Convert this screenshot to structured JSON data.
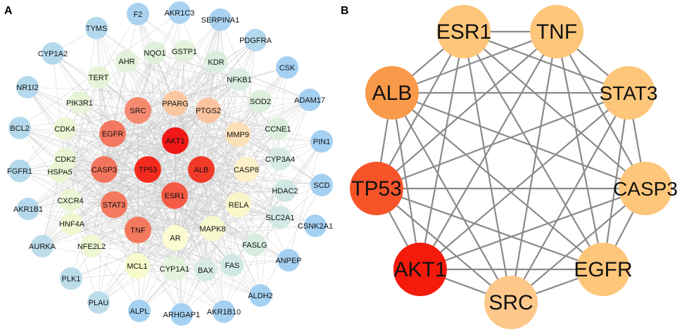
{
  "panels": {
    "a": {
      "letter": "A"
    },
    "b": {
      "letter": "B"
    }
  },
  "network_a": {
    "nodes": [
      {
        "id": "AKT1",
        "color": "#f01818"
      },
      {
        "id": "TP53",
        "color": "#f52a1e"
      },
      {
        "id": "ALB",
        "color": "#f23a28"
      },
      {
        "id": "ESR1",
        "color": "#f45a45"
      },
      {
        "id": "CASP3",
        "color": "#f4755d"
      },
      {
        "id": "EGFR",
        "color": "#f4775f"
      },
      {
        "id": "STAT3",
        "color": "#f4795f"
      },
      {
        "id": "TNF",
        "color": "#f47a5f"
      },
      {
        "id": "SRC",
        "color": "#f48a70"
      },
      {
        "id": "PPARG",
        "color": "#fbc7a0"
      },
      {
        "id": "PTGS2",
        "color": "#fbc3a0"
      },
      {
        "id": "MMP9",
        "color": "#fde0b6"
      },
      {
        "id": "CASP8",
        "color": "#fdf0c6"
      },
      {
        "id": "RELA",
        "color": "#fbf6c8"
      },
      {
        "id": "AR",
        "color": "#fdfcd0"
      },
      {
        "id": "MAPK8",
        "color": "#f6f9cd"
      },
      {
        "id": "MCL1",
        "color": "#f7fbcb"
      },
      {
        "id": "CYP1A1",
        "color": "#e4f3dc"
      },
      {
        "id": "NFE2L2",
        "color": "#eef8d3"
      },
      {
        "id": "HNF4A",
        "color": "#eef7d2"
      },
      {
        "id": "CXCR4",
        "color": "#e9f5d3"
      },
      {
        "id": "HSPA5",
        "color": "#e9f5d3"
      },
      {
        "id": "CDK2",
        "color": "#e8f4d4"
      },
      {
        "id": "CDK4",
        "color": "#ecf6d2"
      },
      {
        "id": "PIK3R1",
        "color": "#e6f3d6"
      },
      {
        "id": "TERT",
        "color": "#e6f3d6"
      },
      {
        "id": "AHR",
        "color": "#e3f1da"
      },
      {
        "id": "NQO1",
        "color": "#e0f0dc"
      },
      {
        "id": "GSTP1",
        "color": "#e3f1da"
      },
      {
        "id": "KDR",
        "color": "#d9edde"
      },
      {
        "id": "NFKB1",
        "color": "#d9ede0"
      },
      {
        "id": "SOD2",
        "color": "#dcefdc"
      },
      {
        "id": "CCNE1",
        "color": "#dcefdc"
      },
      {
        "id": "CYP3A4",
        "color": "#d5ebe2"
      },
      {
        "id": "HDAC2",
        "color": "#cfe8e4"
      },
      {
        "id": "SLC2A1",
        "color": "#d1e9e4"
      },
      {
        "id": "FASLG",
        "color": "#d8ece0"
      },
      {
        "id": "FAS",
        "color": "#cfe8e4"
      },
      {
        "id": "BAX",
        "color": "#d6ebe2"
      },
      {
        "id": "F2",
        "color": "#a9d3f0"
      },
      {
        "id": "AKR1C3",
        "color": "#a9d3f0"
      },
      {
        "id": "SERPINA1",
        "color": "#a9d3f0"
      },
      {
        "id": "PDGFRA",
        "color": "#b5d9ec"
      },
      {
        "id": "CSK",
        "color": "#a4d0f2"
      },
      {
        "id": "ADAM17",
        "color": "#a4d0f2"
      },
      {
        "id": "PIN1",
        "color": "#a4d0f2"
      },
      {
        "id": "SCD",
        "color": "#a4d0f2"
      },
      {
        "id": "CSNK2A1",
        "color": "#a4d0f2"
      },
      {
        "id": "ANPEP",
        "color": "#a4d0f2"
      },
      {
        "id": "ALDH2",
        "color": "#a4d0f2"
      },
      {
        "id": "AKR1B10",
        "color": "#a4d0f2"
      },
      {
        "id": "ARHGAP1",
        "color": "#a4d0f2"
      },
      {
        "id": "ALPL",
        "color": "#a4d0f2"
      },
      {
        "id": "PLAU",
        "color": "#bcdcea"
      },
      {
        "id": "PLK1",
        "color": "#bcdcea"
      },
      {
        "id": "AURKA",
        "color": "#bcdcea"
      },
      {
        "id": "AKR1B1",
        "color": "#b5d9ec"
      },
      {
        "id": "FGFR1",
        "color": "#b5d9ec"
      },
      {
        "id": "BCL2",
        "color": "#b5d9ec"
      },
      {
        "id": "NR1I2",
        "color": "#b5d9ec"
      },
      {
        "id": "CYP1A2",
        "color": "#b5d9ec"
      },
      {
        "id": "TYMS",
        "color": "#b5d9ec"
      }
    ]
  },
  "network_b": {
    "nodes": [
      {
        "id": "ESR1",
        "color": "#fdc67a"
      },
      {
        "id": "TNF",
        "color": "#fdc67a"
      },
      {
        "id": "STAT3",
        "color": "#fdc67a"
      },
      {
        "id": "CASP3",
        "color": "#fdc67a"
      },
      {
        "id": "EGFR",
        "color": "#fdc67a"
      },
      {
        "id": "SRC",
        "color": "#fdc88a"
      },
      {
        "id": "AKT1",
        "color": "#f41a0c"
      },
      {
        "id": "TP53",
        "color": "#f7542a"
      },
      {
        "id": "ALB",
        "color": "#f99a4a"
      }
    ]
  },
  "colors": {
    "edge": "#c9c9c9",
    "edge_b": "#8a8a8a"
  }
}
